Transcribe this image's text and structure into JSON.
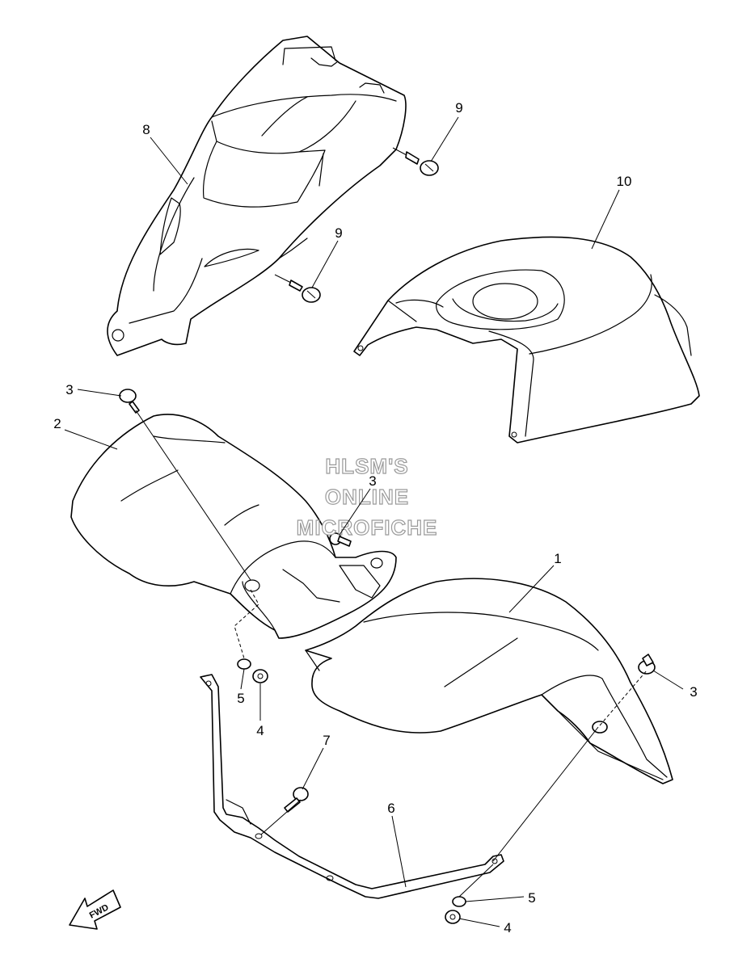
{
  "watermark": {
    "line1": "HLSM'S",
    "line2": "ONLINE",
    "line3": "MICROFICHE"
  },
  "direction": {
    "label": "FWD"
  },
  "callouts": {
    "c1": "1",
    "c2": "2",
    "c3a": "3",
    "c3b": "3",
    "c3c": "3",
    "c4a": "4",
    "c4b": "4",
    "c5a": "5",
    "c5b": "5",
    "c6": "6",
    "c7": "7",
    "c8": "8",
    "c9a": "9",
    "c9b": "9",
    "c10": "10"
  }
}
